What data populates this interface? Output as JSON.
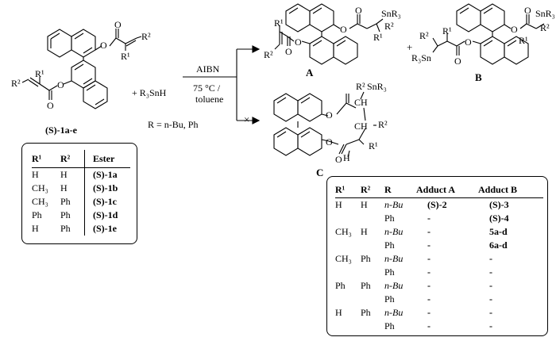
{
  "reaction": {
    "reagent": "+ R₃SnH",
    "r_def": "R = n-Bu, Ph",
    "conditions_top": "AIBN",
    "conditions_bottom1": "75 °C /",
    "conditions_bottom2": "toluene",
    "label_a": "A",
    "label_b": "B",
    "label_c": "C",
    "plus": "+",
    "blocked_mark": "×",
    "starting_label": "(S)-1a-e"
  },
  "structure_labels": {
    "O": "O",
    "R1": "R¹",
    "R2": "R²",
    "SnR3": "SnR₃",
    "R3Sn": "R₃Sn",
    "CH": "CH",
    "H": "H"
  },
  "ester_table": {
    "headers": [
      "R¹",
      "R²",
      "Ester"
    ],
    "rows": [
      [
        "H",
        "H",
        "(S)-1a"
      ],
      [
        "CH₃",
        "H",
        "(S)-1b"
      ],
      [
        "CH₃",
        "Ph",
        "(S)-1c"
      ],
      [
        "Ph",
        "Ph",
        "(S)-1d"
      ],
      [
        "H",
        "Ph",
        "(S)-1e"
      ]
    ]
  },
  "adduct_table": {
    "headers": [
      "R¹",
      "R²",
      "R",
      "Adduct A",
      "Adduct B"
    ],
    "rows": [
      [
        "H",
        "H",
        "n-Bu",
        "(S)-2",
        "(S)-3"
      ],
      [
        "",
        "",
        "Ph",
        "-",
        "(S)-4"
      ],
      [
        "CH₃",
        "H",
        "n-Bu",
        "-",
        "5a-d"
      ],
      [
        "",
        "",
        "Ph",
        "-",
        "6a-d"
      ],
      [
        "CH₃",
        "Ph",
        "n-Bu",
        "-",
        "-"
      ],
      [
        "",
        "",
        "Ph",
        "-",
        "-"
      ],
      [
        "Ph",
        "Ph",
        "n-Bu",
        "-",
        "-"
      ],
      [
        "",
        "",
        "Ph",
        "-",
        "-"
      ],
      [
        "H",
        "Ph",
        "n-Bu",
        "-",
        "-"
      ],
      [
        "",
        "",
        "Ph",
        "-",
        "-"
      ]
    ]
  }
}
